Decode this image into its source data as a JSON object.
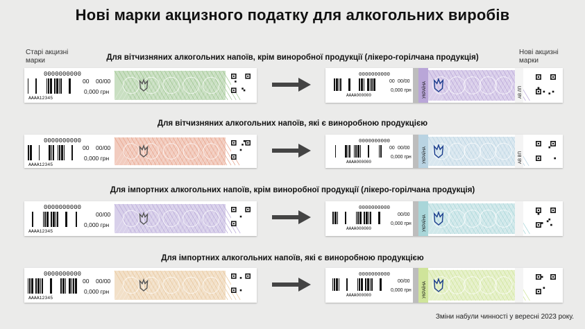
{
  "title": "Нові марки акцизного податку для алкогольних виробів",
  "labels": {
    "old": "Старі акцизні марки",
    "new": "Нові акцизні марки"
  },
  "rows": [
    {
      "heading": "Для вітчизняних алкогольних напоїв, крім виноробної продукції (лікеро-горілчана продукція)",
      "old": {
        "serial": "0000000000",
        "code": "00",
        "date": "00/00",
        "price": "0,000 грн",
        "id": "AAAA12345",
        "accent": "#9dc58f"
      },
      "new": {
        "serial": "0000000000",
        "code": "00",
        "date": "00/00",
        "price": "0,000 грн",
        "id": "AAAA000000",
        "country": "УКРАЇНА",
        "series": "АВ ЛП",
        "accent": "#b9a6d8"
      }
    },
    {
      "heading": "Для вітчизняних алкогольних напоїв, які є виноробною продукцією",
      "old": {
        "serial": "0000000000",
        "code": "00",
        "date": "00/00",
        "price": "0,000 грн",
        "id": "AAAA12345",
        "accent": "#e7a38a"
      },
      "new": {
        "serial": "0000000000",
        "code": "00",
        "date": "00/00",
        "price": "0,000 грн",
        "id": "AAAA000000",
        "country": "УКРАЇНА",
        "series": "АВ ВП",
        "accent": "#b9d3e2"
      }
    },
    {
      "heading": "Для імпортних алкогольних напоїв, крім виноробної продукції (лікеро-горілчана продукція)",
      "old": {
        "serial": "0000000000",
        "code": "",
        "date": "00/00",
        "price": "0,000 грн",
        "id": "AAAA12345",
        "accent": "#b8a9d8"
      },
      "new": {
        "serial": "0000000000",
        "code": "",
        "date": "00/00",
        "price": "0,000 грн",
        "id": "AAAA000000",
        "country": "УКРАЇНА",
        "series": "",
        "accent": "#a9d6d9"
      }
    },
    {
      "heading": "Для імпортних алкогольних напоїв, які є виноробною продукцією",
      "old": {
        "serial": "0000000000",
        "code": "00",
        "date": "00/00",
        "price": "0,000 грн",
        "id": "AAAA12345",
        "accent": "#e8c79b"
      },
      "new": {
        "serial": "0000000000",
        "code": "",
        "date": "00/00",
        "price": "0,000 грн",
        "id": "AAAA000000",
        "country": "УКРАЇНА",
        "series": "",
        "accent": "#cfe49a"
      }
    }
  ],
  "footer": "Зміни набули чинності у вересні 2023 року."
}
